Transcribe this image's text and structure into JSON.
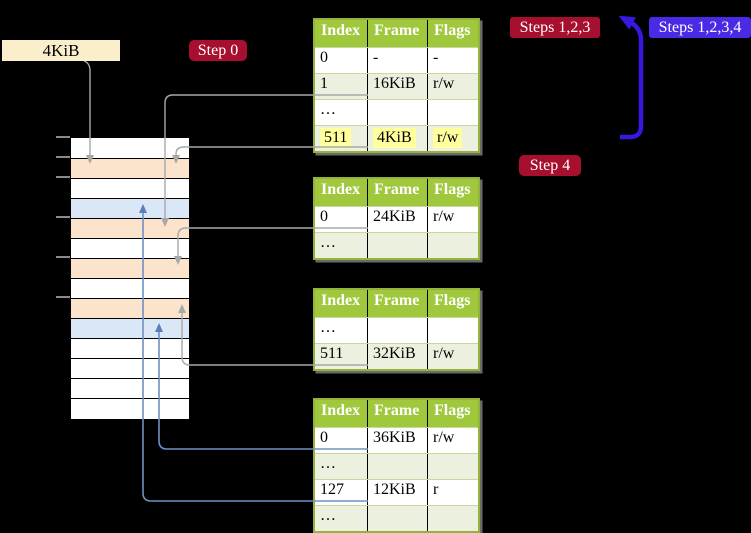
{
  "labels": {
    "frame_size": "4KiB",
    "step0": "Step 0",
    "steps123": "Steps 1,2,3",
    "steps1234": "Steps 1,2,3,4",
    "step4": "Step 4"
  },
  "colors": {
    "table_header_green": "#a0c83c",
    "table_row_alt_green": "#ebf1de",
    "frame_pagetable_peach": "#fce4cc",
    "frame_mapped_blue": "#dae7f6",
    "frame_label_cream": "#fbeecb",
    "badge_crimson": "#a60f2e",
    "badge_blue_violet": "#4a2ae4",
    "big_arrow_blue": "#3519e0",
    "highlight_yellow": "#ffff9e",
    "connector_gray": "#a8a8a8",
    "connector_blue": "#6e90c4"
  },
  "memory_stack": {
    "cells": [
      "plain",
      "pagetable",
      "plain",
      "mapped",
      "pagetable",
      "plain",
      "pagetable",
      "plain",
      "pagetable",
      "mapped",
      "plain",
      "plain",
      "plain",
      "plain"
    ]
  },
  "page_tables": [
    {
      "headers": [
        "Index",
        "Frame",
        "Flags"
      ],
      "rows": [
        {
          "index": "0",
          "frame": "-",
          "flags": "-"
        },
        {
          "index": "1",
          "frame": "16KiB",
          "flags": "r/w"
        },
        {
          "index": "…",
          "frame": "",
          "flags": ""
        },
        {
          "index": "511",
          "frame": "4KiB",
          "flags": "r/w"
        }
      ]
    },
    {
      "headers": [
        "Index",
        "Frame",
        "Flags"
      ],
      "rows": [
        {
          "index": "0",
          "frame": "24KiB",
          "flags": "r/w"
        },
        {
          "index": "…",
          "frame": "",
          "flags": ""
        }
      ]
    },
    {
      "headers": [
        "Index",
        "Frame",
        "Flags"
      ],
      "rows": [
        {
          "index": "…",
          "frame": "",
          "flags": ""
        },
        {
          "index": "511",
          "frame": "32KiB",
          "flags": "r/w"
        }
      ]
    },
    {
      "headers": [
        "Index",
        "Frame",
        "Flags"
      ],
      "rows": [
        {
          "index": "0",
          "frame": "36KiB",
          "flags": "r/w"
        },
        {
          "index": "…",
          "frame": "",
          "flags": ""
        },
        {
          "index": "127",
          "frame": "12KiB",
          "flags": "r"
        },
        {
          "index": "…",
          "frame": "",
          "flags": ""
        }
      ]
    }
  ]
}
